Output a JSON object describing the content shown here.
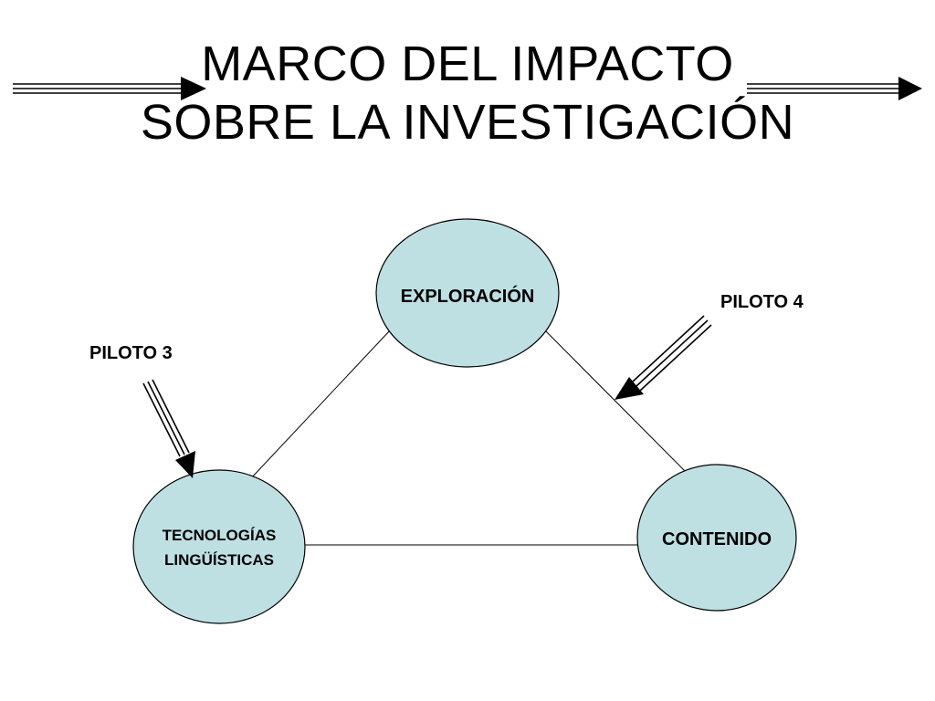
{
  "title": {
    "line1": "MARCO DEL IMPACTO",
    "line2": "SOBRE LA INVESTIGACIÓN"
  },
  "nodes": {
    "exploracion": {
      "label": "EXPLORACIÓN"
    },
    "tecnologias": {
      "line1": "TECNOLOGÍAS",
      "line2": "LINGÜÍSTICAS"
    },
    "contenido": {
      "label": "CONTENIDO"
    }
  },
  "pilots": {
    "piloto3": {
      "label": "PILOTO 3"
    },
    "piloto4": {
      "label": "PILOTO 4"
    }
  },
  "colors": {
    "node_fill": "#bfe0e3",
    "stroke": "#000000",
    "text": "#000000",
    "background": "#ffffff"
  }
}
